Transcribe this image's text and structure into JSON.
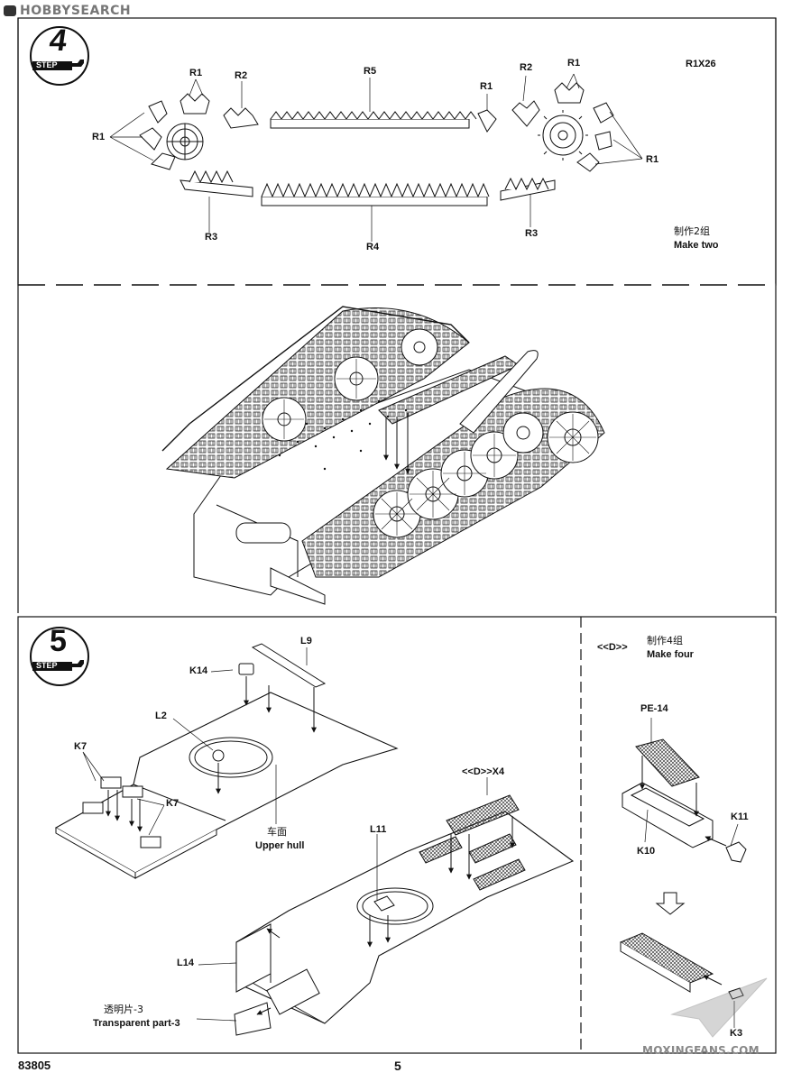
{
  "watermark_top": "HOBBYSEARCH",
  "watermark_bottom": "MOXINGFANS.COM",
  "step4": {
    "number": "4",
    "word": "STEP",
    "labels": {
      "r1": "R1",
      "r2": "R2",
      "r3": "R3",
      "r4": "R4",
      "r5": "R5"
    },
    "quantity": "R1X26",
    "make_cn": "制作2组",
    "make_en": "Make two"
  },
  "step5": {
    "number": "5",
    "word": "STEP",
    "labels": {
      "l9": "L9",
      "k14": "K14",
      "l2": "L2",
      "k7": "K7",
      "l11": "L11",
      "l14": "L14",
      "d_x4": "<<D>>X4"
    },
    "upper_hull_cn": "车面",
    "upper_hull_en": "Upper hull",
    "transparent_cn": "透明片-3",
    "transparent_en": "Transparent part-3"
  },
  "subassembly_d": {
    "tag": "<<D>>",
    "make_cn": "制作4组",
    "make_en": "Make four",
    "labels": {
      "pe14": "PE-14",
      "k10": "K10",
      "k11": "K11",
      "k3": "K3"
    }
  },
  "footer": {
    "kit_number": "83805",
    "page_number": "5"
  }
}
